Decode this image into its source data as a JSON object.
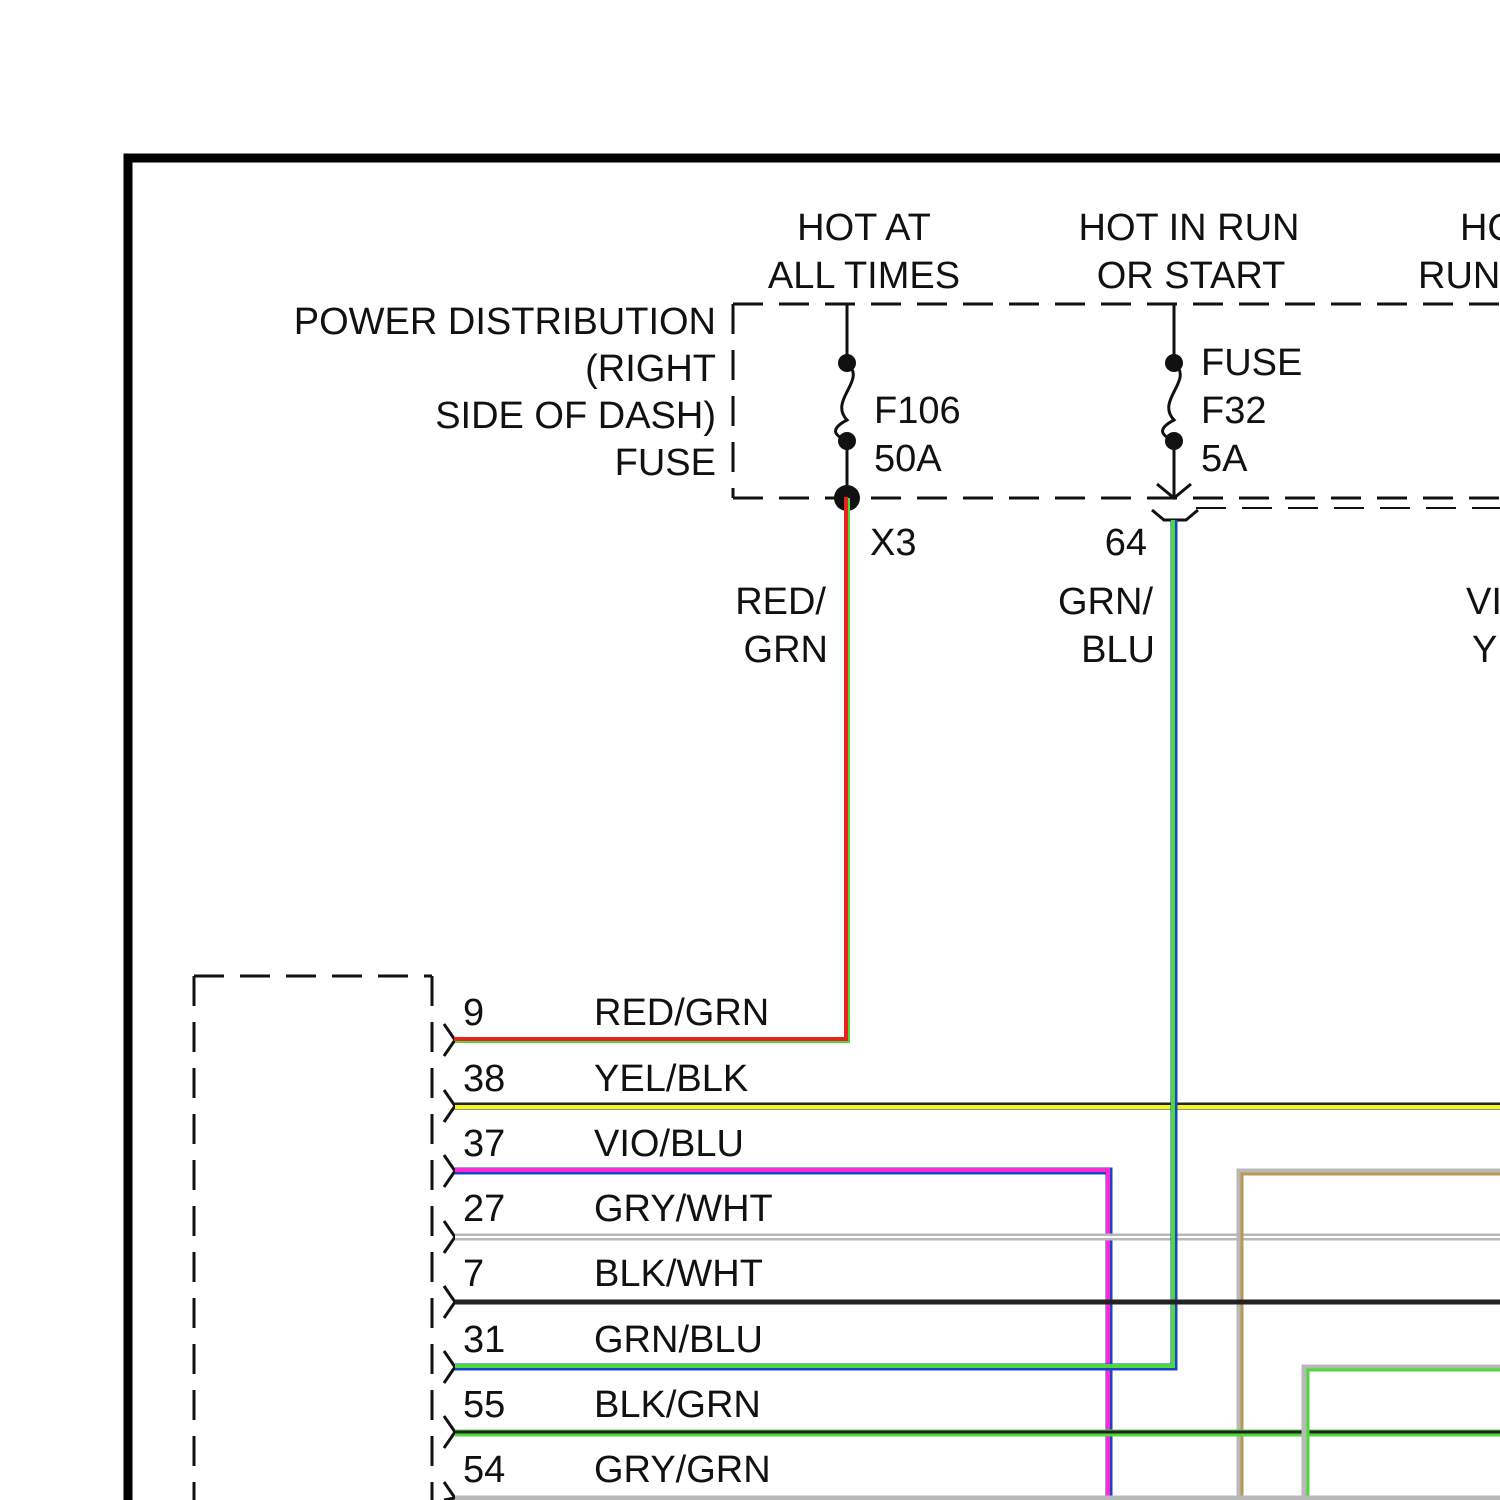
{
  "header": {
    "hot_at_all_times": [
      "HOT AT",
      "ALL TIMES"
    ],
    "hot_in_run_or_start": [
      "HOT IN RUN",
      "OR START"
    ],
    "hot_run_partial": [
      "HO",
      "RUN"
    ]
  },
  "power_distribution": {
    "label_lines": [
      "POWER DISTRIBUTION",
      "(RIGHT",
      "SIDE OF DASH)",
      "FUSE"
    ]
  },
  "fuses": [
    {
      "id": "f106",
      "lines": [
        "F106",
        "50A"
      ]
    },
    {
      "id": "f32",
      "lines": [
        "FUSE",
        "F32",
        "5A"
      ]
    }
  ],
  "connectors": {
    "x3": "X3",
    "c64": "64"
  },
  "feed_wires": {
    "red_grn": [
      "RED/",
      "GRN"
    ],
    "grn_blu": [
      "GRN/",
      "BLU"
    ],
    "partial": [
      "VI",
      "Y"
    ]
  },
  "pins": [
    {
      "pin": "9",
      "wire": "RED/GRN"
    },
    {
      "pin": "38",
      "wire": "YEL/BLK"
    },
    {
      "pin": "37",
      "wire": "VIO/BLU"
    },
    {
      "pin": "27",
      "wire": "GRY/WHT"
    },
    {
      "pin": "7",
      "wire": "BLK/WHT"
    },
    {
      "pin": "31",
      "wire": "GRN/BLU"
    },
    {
      "pin": "55",
      "wire": "BLK/GRN"
    },
    {
      "pin": "54",
      "wire": "GRY/GRN"
    }
  ],
  "colors": {
    "red": "#e8231e",
    "green": "#4ed83a",
    "blue": "#1a44c8",
    "yellow": "#f5f51a",
    "violet": "#b51ef0",
    "magenta": "#ff2ad4",
    "gray": "#b8b8b8",
    "black": "#222222",
    "white": "#ffffff",
    "tan": "#b79a52"
  }
}
